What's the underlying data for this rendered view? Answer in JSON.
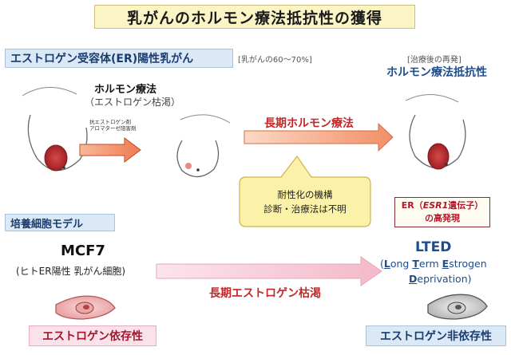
{
  "title": "乳がんのホルモン療法抵抗性の獲得",
  "er_label": "エストロゲン受容体(ER)陽性乳がん",
  "er_share": "[乳がんの60～70%]",
  "hormone_therapy": {
    "title": "ホルモン療法",
    "subtitle": "（エストロゲン枯渇）",
    "drug1": "抗エストロゲン剤",
    "drug2": "アロマターゼ阻害剤"
  },
  "long_hormone_therapy": "長期ホルモン療法",
  "recurrence": "[治療後の再発]",
  "resistance": "ホルモン療法抵抗性",
  "callout": {
    "line1": "耐性化の機構",
    "line2": "診断・治療法は不明"
  },
  "esr1": {
    "line1_prefix": "ER（",
    "gene": "ESR1",
    "line1_suffix": "遺伝子）",
    "line2": "の高発現"
  },
  "culture_model": "培養細胞モデル",
  "mcf7": {
    "name": "MCF7",
    "desc": "(ヒトER陽性 乳がん細胞)"
  },
  "long_estrogen_deprivation": "長期エストロゲン枯渇",
  "lted": {
    "name": "LTED",
    "line1_L": "L",
    "line1_a": "ong ",
    "line1_T": "T",
    "line1_b": "erm ",
    "line1_E": "E",
    "line1_c": "strogen",
    "line2_D": "D",
    "line2_rest": "eprivation)",
    "line1_open": "("
  },
  "estrogen_dependent": "エストロゲン依存性",
  "estrogen_independent": "エストロゲン非依存性",
  "colors": {
    "accent_red": "#c0282a",
    "accent_blue": "#1f4d8c",
    "arrow_orange": "#f3a07a",
    "callout_yellow": "#fbf1a8"
  }
}
